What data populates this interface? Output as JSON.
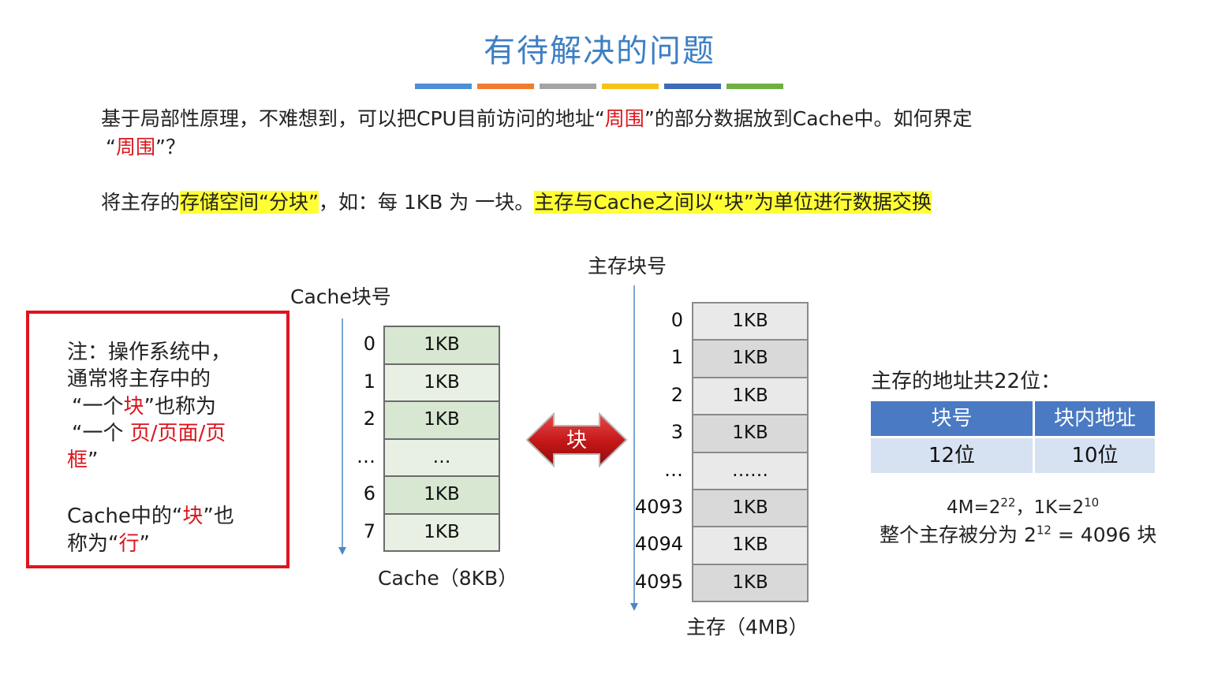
{
  "slide": {
    "title": "有待解决的问题",
    "title_bar_colors": [
      "#4f8fd6",
      "#f07d2e",
      "#a4a4a4",
      "#f6c21c",
      "#3f6cb6",
      "#6fb045"
    ],
    "para1": {
      "seg1": "基于局部性原理，不难想到，可以把CPU目前访问的地址“",
      "red1": "周围",
      "seg2": "”的部分数据放到Cache中。如何界定",
      "seg3": "“",
      "red2": "周围",
      "seg4": "”？"
    },
    "para2": {
      "seg1": "将主存的",
      "hl1": "存储空间“分块”",
      "seg2": "，如：每 1KB 为 一块。",
      "hl2": "主存与Cache之间以“块”为单位进行数据交换"
    }
  },
  "note": {
    "line1": "注：操作系统中，",
    "line2": "通常将主存中的",
    "line3a": "“一个",
    "line3r": "块",
    "line3b": "”也称为",
    "line4a": "“一个 ",
    "line4r": "页/页面/页",
    "line5r": "框",
    "line5b": "”",
    "line6a": "Cache中的“",
    "line6r": "块",
    "line6b": "”也",
    "line7a": "称为“",
    "line7r": "行",
    "line7b": "”"
  },
  "cache": {
    "heading": "Cache块号",
    "caption": "Cache（8KB）",
    "rows": [
      {
        "index": "0",
        "value": "1KB"
      },
      {
        "index": "1",
        "value": "1KB"
      },
      {
        "index": "2",
        "value": "1KB"
      },
      {
        "index": "…",
        "value": "…"
      },
      {
        "index": "6",
        "value": "1KB"
      },
      {
        "index": "7",
        "value": "1KB"
      }
    ]
  },
  "exchange": {
    "label": "块"
  },
  "memory": {
    "heading": "主存块号",
    "caption": "主存（4MB）",
    "rows": [
      {
        "index": "0",
        "value": "1KB"
      },
      {
        "index": "1",
        "value": "1KB"
      },
      {
        "index": "2",
        "value": "1KB"
      },
      {
        "index": "3",
        "value": "1KB"
      },
      {
        "index": "…",
        "value": "……"
      },
      {
        "index": "4093",
        "value": "1KB"
      },
      {
        "index": "4094",
        "value": "1KB"
      },
      {
        "index": "4095",
        "value": "1KB"
      }
    ]
  },
  "address": {
    "heading": "主存的地址共22位：",
    "headers": [
      "块号",
      "块内地址"
    ],
    "values": [
      "12位",
      "10位"
    ],
    "formula1_a": "4M=2",
    "formula1_a_exp": "22",
    "formula1_b": "，1K=2",
    "formula1_b_exp": "10",
    "formula2_a": "整个主存被分为 2",
    "formula2_exp": "12",
    "formula2_b": " = 4096 块"
  }
}
